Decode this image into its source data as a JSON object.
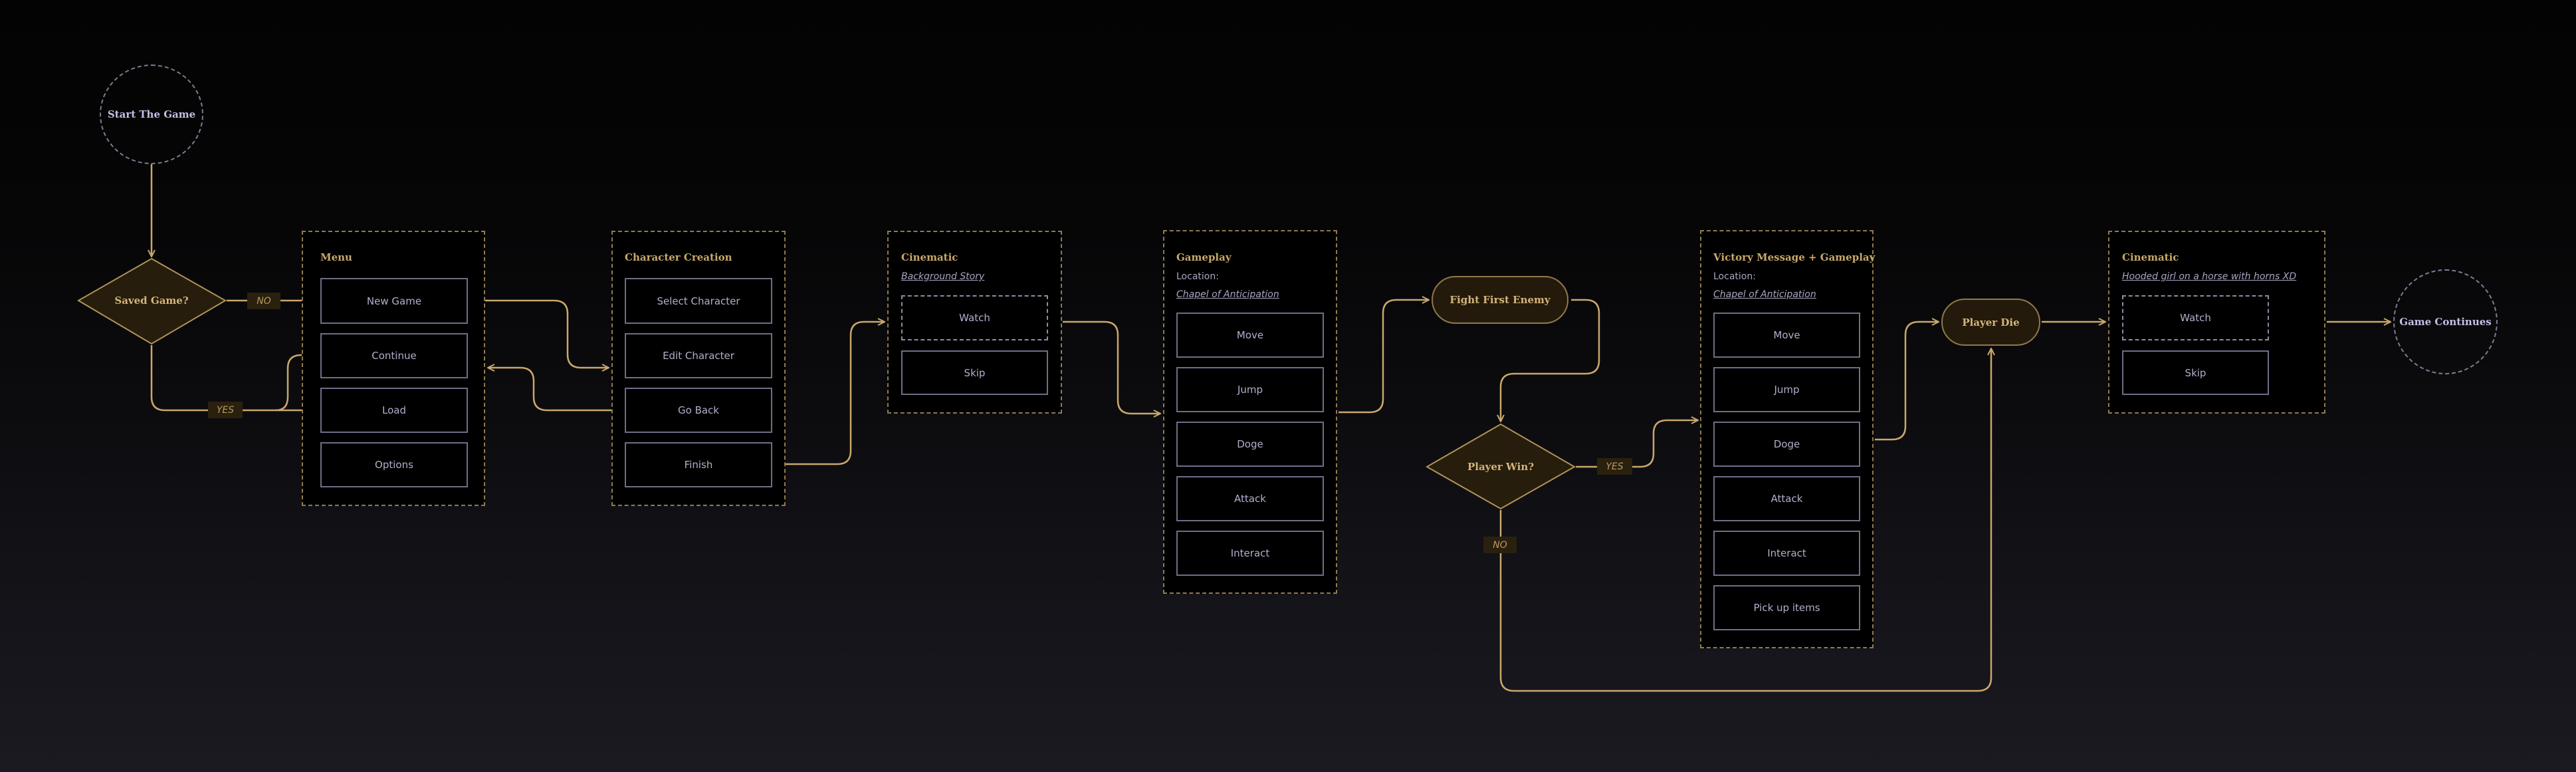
{
  "colors": {
    "connector": "#c9a86a",
    "group_border": "#8f7a50",
    "decision_fill": "#271d0c",
    "decision_stroke": "#b09358",
    "terminal_border": "#7d7c94",
    "button_border": "#6f6e88",
    "title_gold": "#c9a86a",
    "text_lavender": "#b0afcc"
  },
  "nodes": {
    "start": {
      "label": "Start The Game",
      "shape": "circle-dashed"
    },
    "saved_game": {
      "label": "Saved Game?",
      "shape": "diamond"
    },
    "fight_first_enemy": {
      "label": "Fight First Enemy",
      "shape": "pill"
    },
    "player_win": {
      "label": "Player Win?",
      "shape": "diamond"
    },
    "player_die": {
      "label": "Player Die",
      "shape": "pill"
    },
    "game_continues": {
      "label": "Game Continues",
      "shape": "circle-dashed"
    }
  },
  "groups": {
    "menu": {
      "title": "Menu",
      "items": [
        "New Game",
        "Continue",
        "Load",
        "Options"
      ]
    },
    "character_creation": {
      "title": "Character Creation",
      "items": [
        "Select Character",
        "Edit Character",
        "Go Back",
        "Finish"
      ]
    },
    "cinematic_1": {
      "title": "Cinematic",
      "subtitle_link": "Background Story",
      "items": [
        "Watch",
        "Skip"
      ]
    },
    "gameplay": {
      "title": "Gameplay",
      "location_label": "Location:",
      "location_link": "Chapel of Anticipation",
      "items": [
        "Move",
        "Jump",
        "Doge",
        "Attack",
        "Interact"
      ]
    },
    "victory": {
      "title": "Victory Message + Gameplay",
      "location_label": "Location:",
      "location_link": "Chapel of Anticipation",
      "items": [
        "Move",
        "Jump",
        "Doge",
        "Attack",
        "Interact",
        "Pick up items"
      ]
    },
    "cinematic_2": {
      "title": "Cinematic",
      "subtitle_link": "Hooded girl on a horse with horns XD",
      "items": [
        "Watch",
        "Skip"
      ]
    }
  },
  "edge_labels": {
    "saved_no": "NO",
    "saved_yes": "YES",
    "win_yes": "YES",
    "win_no": "NO"
  },
  "edges": [
    {
      "from": "Start The Game",
      "to": "Saved Game?"
    },
    {
      "from": "Saved Game?",
      "to": "New Game",
      "label": "NO"
    },
    {
      "from": "Saved Game?",
      "to": "Continue",
      "label": "YES"
    },
    {
      "from": "Saved Game?",
      "to": "Load",
      "label": "YES"
    },
    {
      "from": "New Game",
      "to": "Character Creation"
    },
    {
      "from": "Go Back",
      "to": "Menu"
    },
    {
      "from": "Finish",
      "to": "Cinematic"
    },
    {
      "from": "Cinematic",
      "to": "Gameplay"
    },
    {
      "from": "Gameplay",
      "to": "Fight First Enemy"
    },
    {
      "from": "Fight First Enemy",
      "to": "Player Win?"
    },
    {
      "from": "Player Win?",
      "to": "Victory Message + Gameplay",
      "label": "YES"
    },
    {
      "from": "Player Win?",
      "to": "Player Die",
      "label": "NO"
    },
    {
      "from": "Victory Message + Gameplay",
      "to": "Player Die"
    },
    {
      "from": "Player Die",
      "to": "Cinematic"
    },
    {
      "from": "Cinematic",
      "to": "Game Continues"
    }
  ]
}
